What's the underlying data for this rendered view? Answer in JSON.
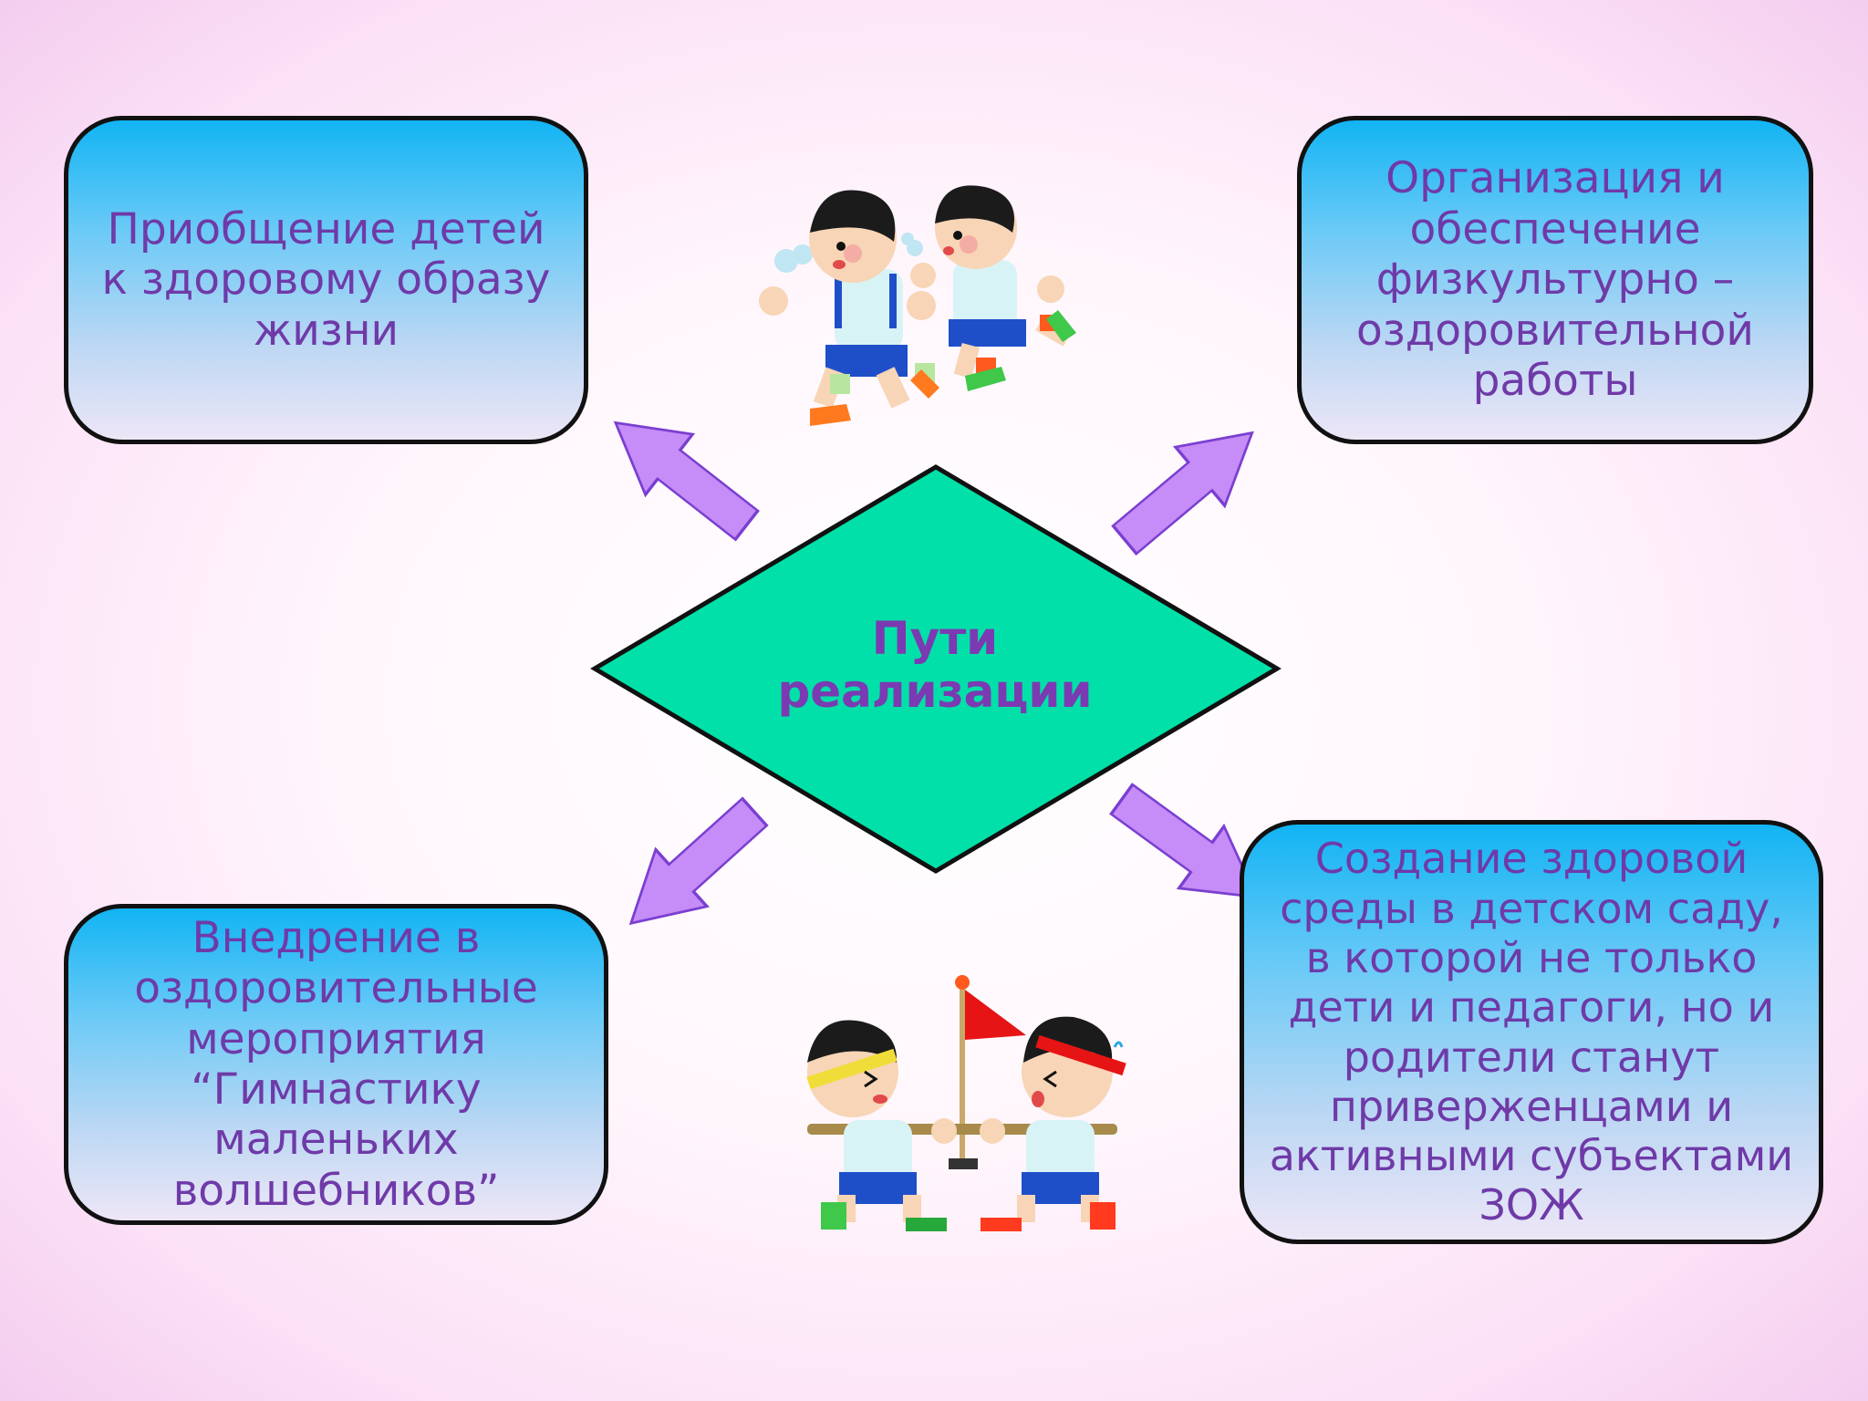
{
  "center": {
    "title_line1": "Пути",
    "title_line2": "реализации"
  },
  "boxes": {
    "top_left": "Приобщение детей к здоровому образу жизни",
    "top_right": "Организация и обеспечение физкультурно – оздоровительной работы",
    "bottom_left": "Внедрение в оздоровительные мероприятия “Гимнастику маленьких волшебников”",
    "bottom_right": "Создание здоровой среды в детском саду, в которой не только дети и педагоги, но и родители станут приверженцами и активными субъектами ЗОЖ"
  },
  "colors": {
    "diamond": "#00e0a8",
    "arrow": "#c68cf7",
    "text": "#6f3aa8",
    "box_top": "#12b4f4",
    "box_bottom": "#ede6f6"
  },
  "illustrations": {
    "top": "running-children-icon",
    "bottom": "tug-of-war-children-icon"
  }
}
